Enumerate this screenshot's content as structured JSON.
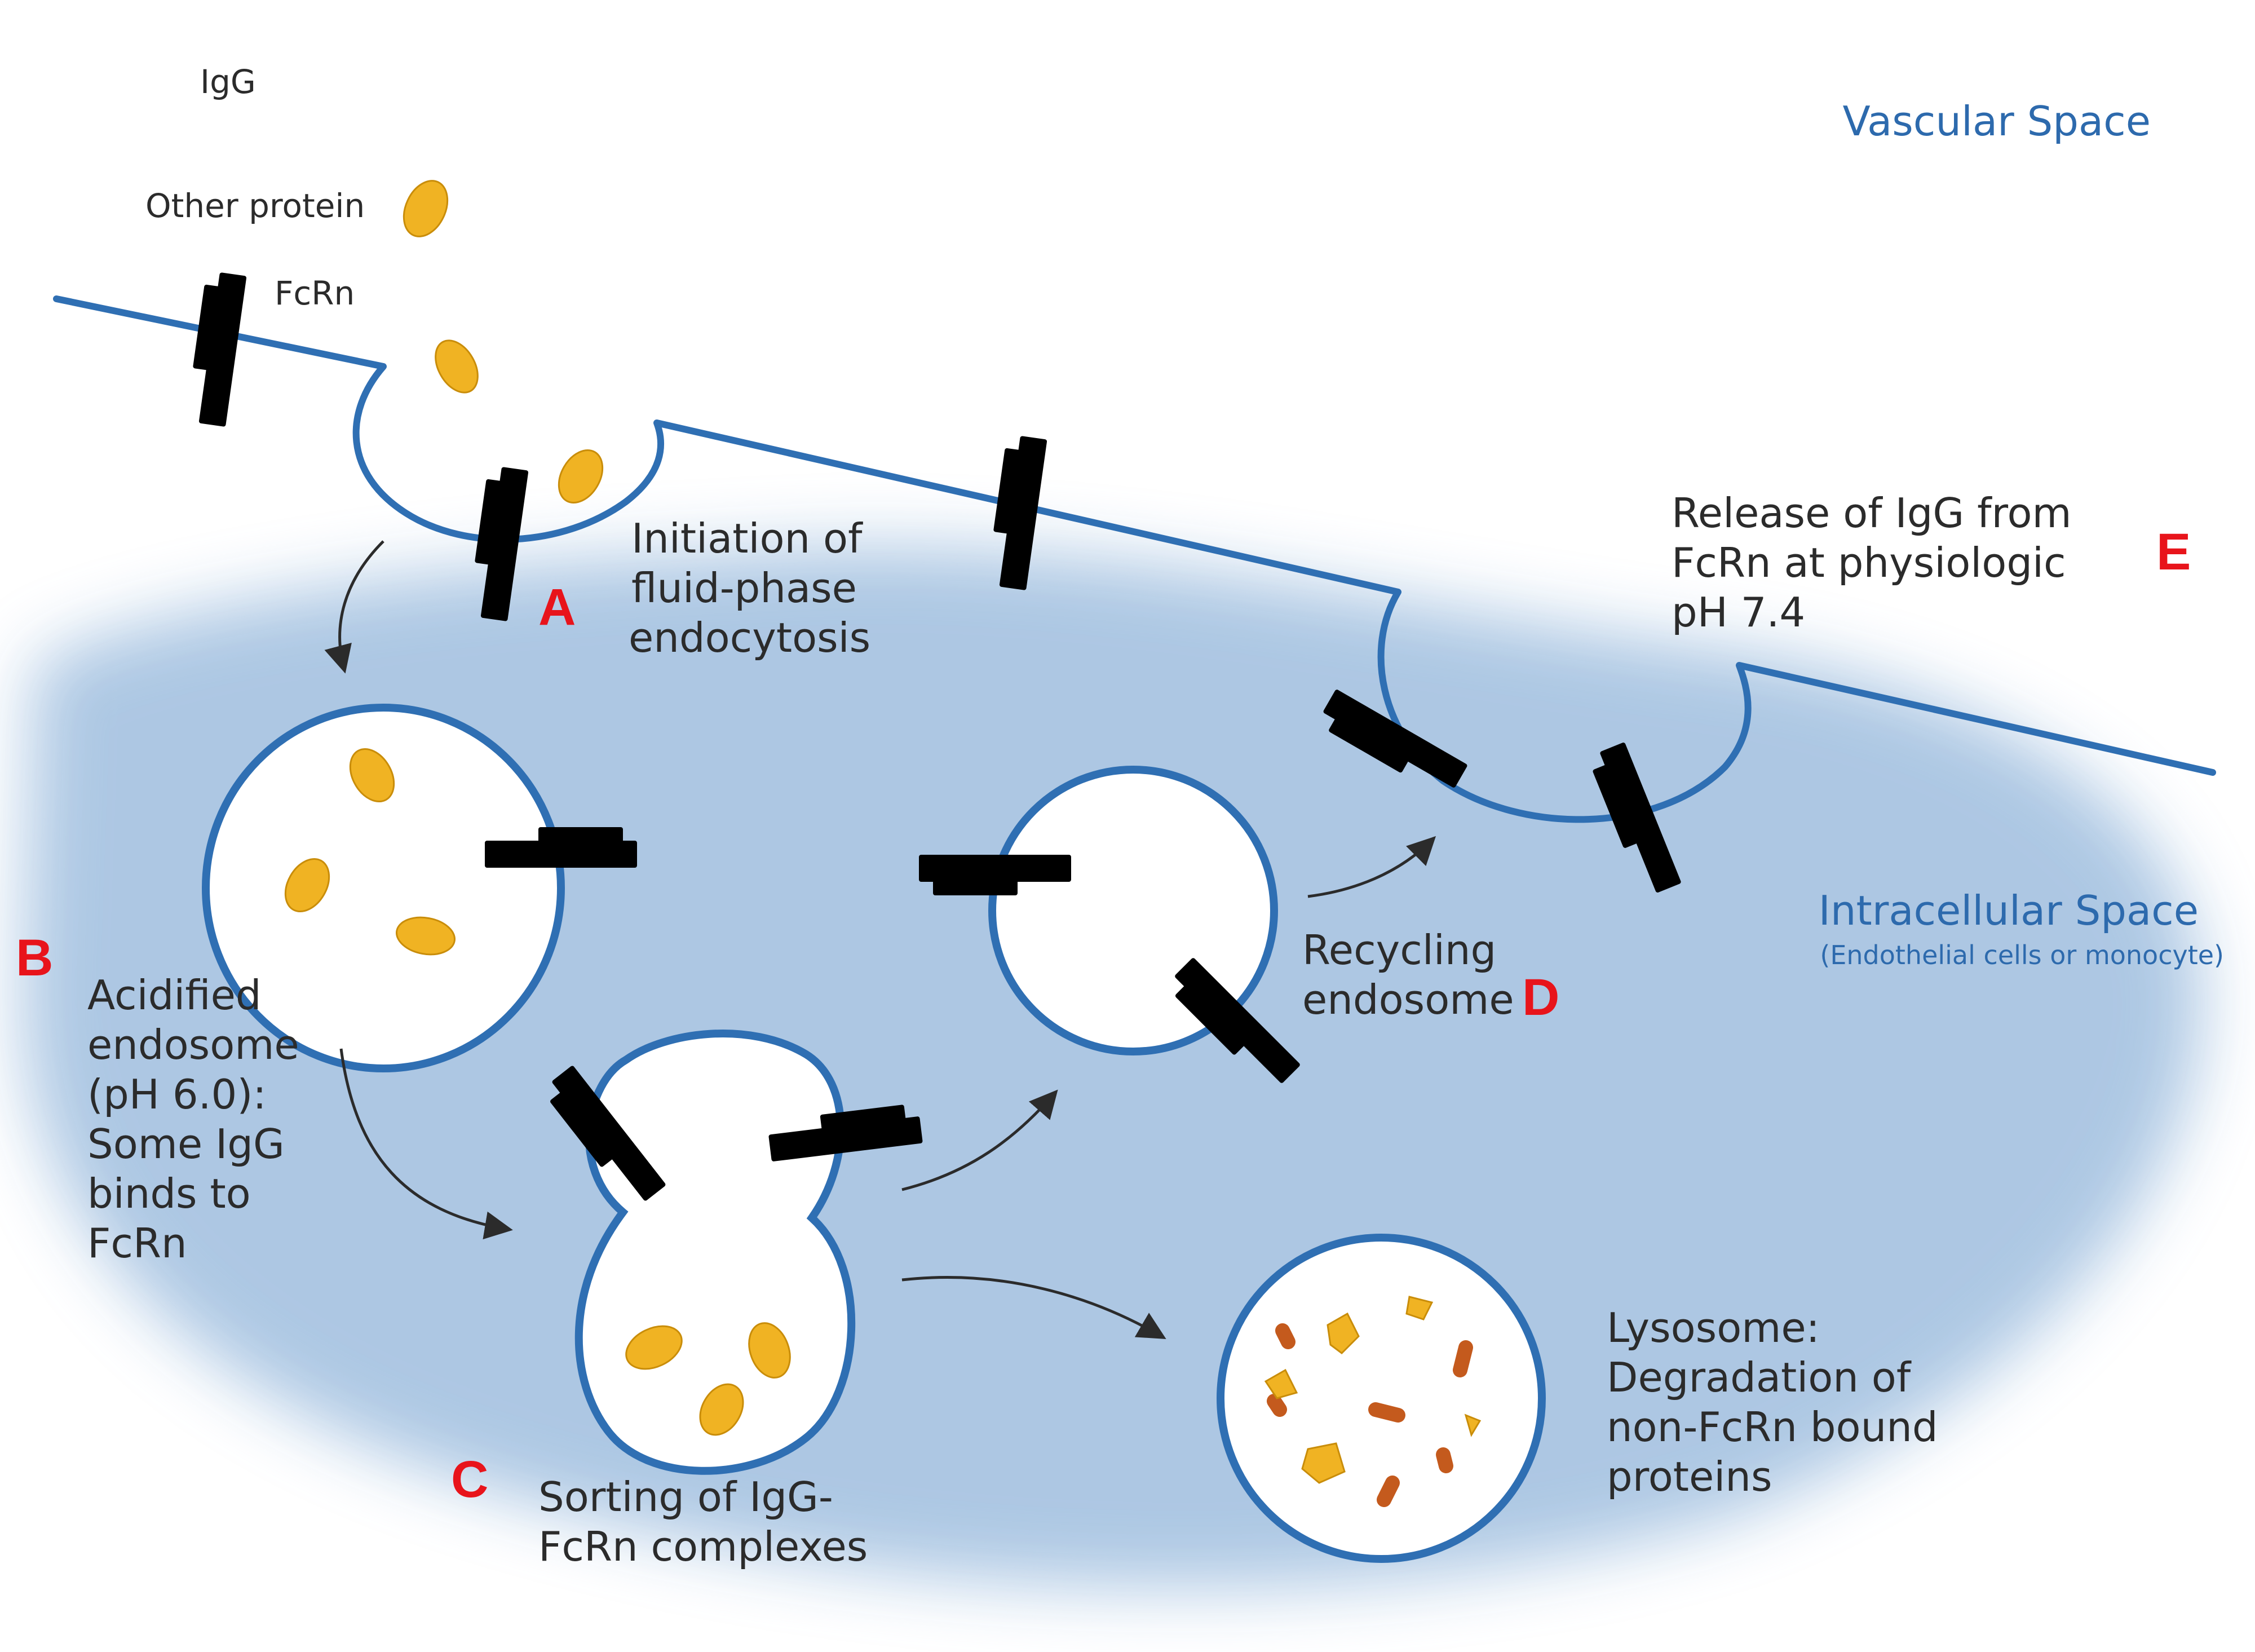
{
  "legend": {
    "igg": "IgG",
    "other_protein": "Other protein",
    "fcrn": "FcRn"
  },
  "spaces": {
    "vascular": "Vascular Space",
    "intracellular": "Intracellular Space",
    "intracellular_sub": "(Endothelial cells or monocyte)"
  },
  "steps": {
    "a": {
      "letter": "A",
      "lines": [
        "Initiation of",
        "fluid-phase",
        "endocytosis"
      ]
    },
    "b": {
      "letter": "B",
      "lines": [
        "Acidified",
        "endosome",
        "(pH 6.0):",
        "Some IgG",
        "binds to",
        "FcRn"
      ]
    },
    "c": {
      "letter": "C",
      "lines": [
        "Sorting of IgG-",
        "FcRn complexes"
      ]
    },
    "d": {
      "letter": "D",
      "lines": [
        "Recycling",
        "endosome"
      ]
    },
    "e": {
      "letter": "E",
      "lines": [
        "Release of IgG from",
        "FcRn at physiologic",
        "pH 7.4"
      ]
    },
    "lysosome": {
      "lines": [
        "Lysosome:",
        "Degradation of",
        "non-FcRn bound",
        "proteins"
      ]
    }
  },
  "colors": {
    "membrane": "#2f6fb3",
    "igg": "#c45a1d",
    "other_protein": "#f0b323",
    "fcrn": "#6cb043",
    "step_letter": "#e8141b",
    "space_label": "#2d6aad"
  }
}
